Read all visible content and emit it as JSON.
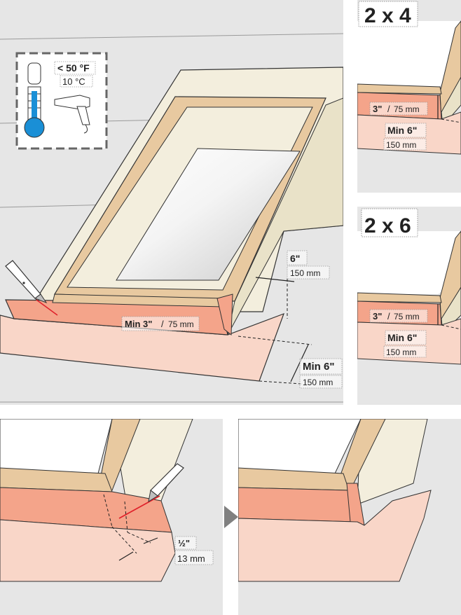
{
  "main_panel": {
    "temperature": {
      "fahrenheit": "< 50 °F",
      "celsius": "10 °C"
    },
    "min_3_label": "Min 3\"",
    "min_3_sep": "/",
    "min_3_mm": "75 mm",
    "six_in_label": "6\"",
    "six_in_mm": "150 mm",
    "min_6_label": "Min 6\"",
    "min_6_mm": "150 mm"
  },
  "side_panel_2x4": {
    "badge": "2 x 4",
    "three_in_label": "3\"",
    "three_sep": "/",
    "three_mm": "75 mm",
    "min_6_label": "Min 6\"",
    "min_6_mm": "150 mm"
  },
  "side_panel_2x6": {
    "badge": "2 x 6",
    "three_in_label": "3\"",
    "three_sep": "/",
    "three_mm": "75 mm",
    "min_6_label": "Min 6\"",
    "min_6_mm": "150 mm"
  },
  "bottom_left_panel": {
    "half_in_label": "½\"",
    "half_in_mm": "13 mm"
  },
  "colors": {
    "roof": "#e6e6e6",
    "curb": "#f3eedd",
    "wood": "#e8c9a0",
    "flashing": "#f4a48a",
    "underlay": "#f9d6c8",
    "glass": "#d9d9d9",
    "thermometer_bulb": "#1a8fd6",
    "cut_line": "#e0202a"
  },
  "icons": [
    "thermometer-icon",
    "heat-gun-icon",
    "utility-knife-icon",
    "next-arrow-icon"
  ]
}
